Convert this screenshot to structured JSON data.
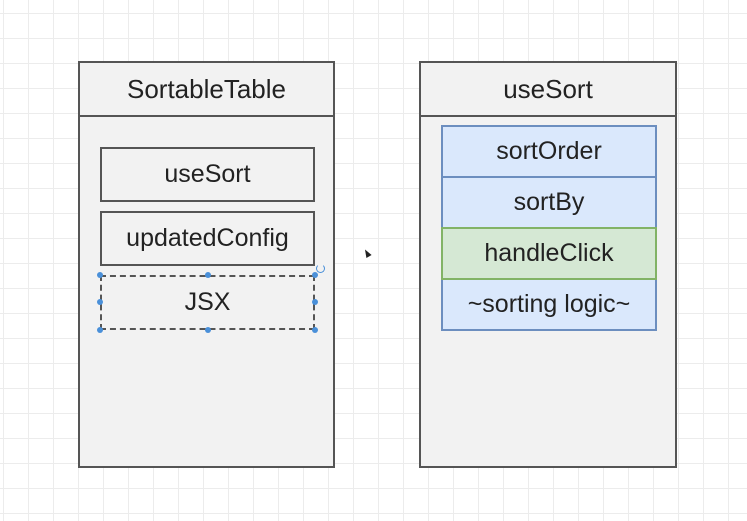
{
  "left_panel": {
    "title": "SortableTable",
    "boxes": [
      {
        "label": "useSort"
      },
      {
        "label": "updatedConfig"
      },
      {
        "label": "JSX",
        "selected": true
      }
    ]
  },
  "right_panel": {
    "title": "useSort",
    "items": [
      {
        "label": "sortOrder",
        "color": "#dae8fc"
      },
      {
        "label": "sortBy",
        "color": "#dae8fc"
      },
      {
        "label": "handleClick",
        "color": "#d5e8d4"
      },
      {
        "label": "~sorting logic~",
        "color": "#dae8fc"
      }
    ]
  },
  "colors": {
    "blue_fill": "#dae8fc",
    "blue_border": "#6c8ebf",
    "green_fill": "#d5e8d4",
    "green_border": "#82b366",
    "selection_handle": "#4a90d9"
  },
  "icons": {
    "cursor": "mouse-pointer-icon",
    "rotate": "rotate-handle-icon"
  }
}
